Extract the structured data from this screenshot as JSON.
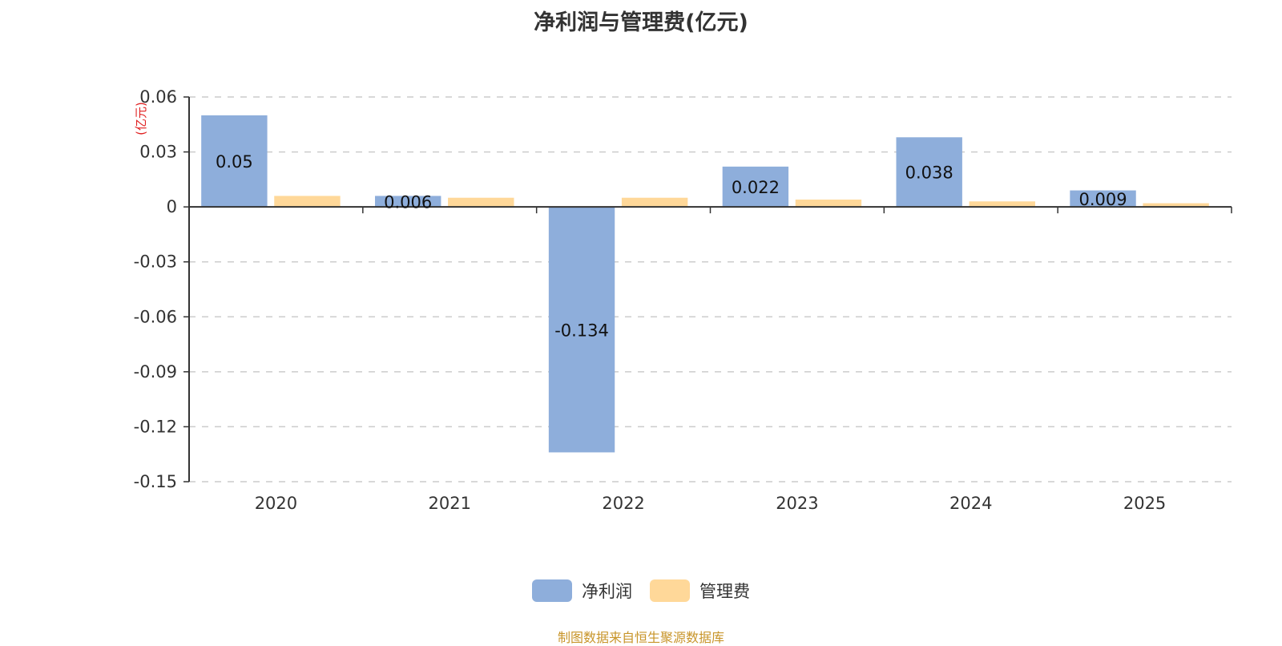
{
  "chart_data": {
    "type": "bar",
    "title": "净利润与管理费(亿元)",
    "ylabel": "(亿元)",
    "xlabel": "",
    "categories": [
      "2020",
      "2021",
      "2022",
      "2023",
      "2024",
      "2025"
    ],
    "series": [
      {
        "name": "净利润",
        "color": "#8eaedb",
        "values": [
          0.05,
          0.006,
          -0.134,
          0.022,
          0.038,
          0.009
        ],
        "labels": [
          "0.05",
          "0.006",
          "-0.134",
          "0.022",
          "0.038",
          "0.009"
        ]
      },
      {
        "name": "管理费",
        "color": "#ffd899",
        "values": [
          0.006,
          0.005,
          0.005,
          0.004,
          0.003,
          0.002
        ]
      }
    ],
    "ylim": [
      -0.15,
      0.06
    ],
    "yticks": [
      0.06,
      0.03,
      0,
      -0.03,
      -0.06,
      -0.09,
      -0.12,
      -0.15
    ],
    "ytick_labels": [
      "0.06",
      "0.03",
      "0",
      "-0.03",
      "-0.06",
      "-0.09",
      "-0.12",
      "-0.15"
    ],
    "grid": true,
    "legend": "bottom-center"
  },
  "footer": "制图数据来自恒生聚源数据库"
}
